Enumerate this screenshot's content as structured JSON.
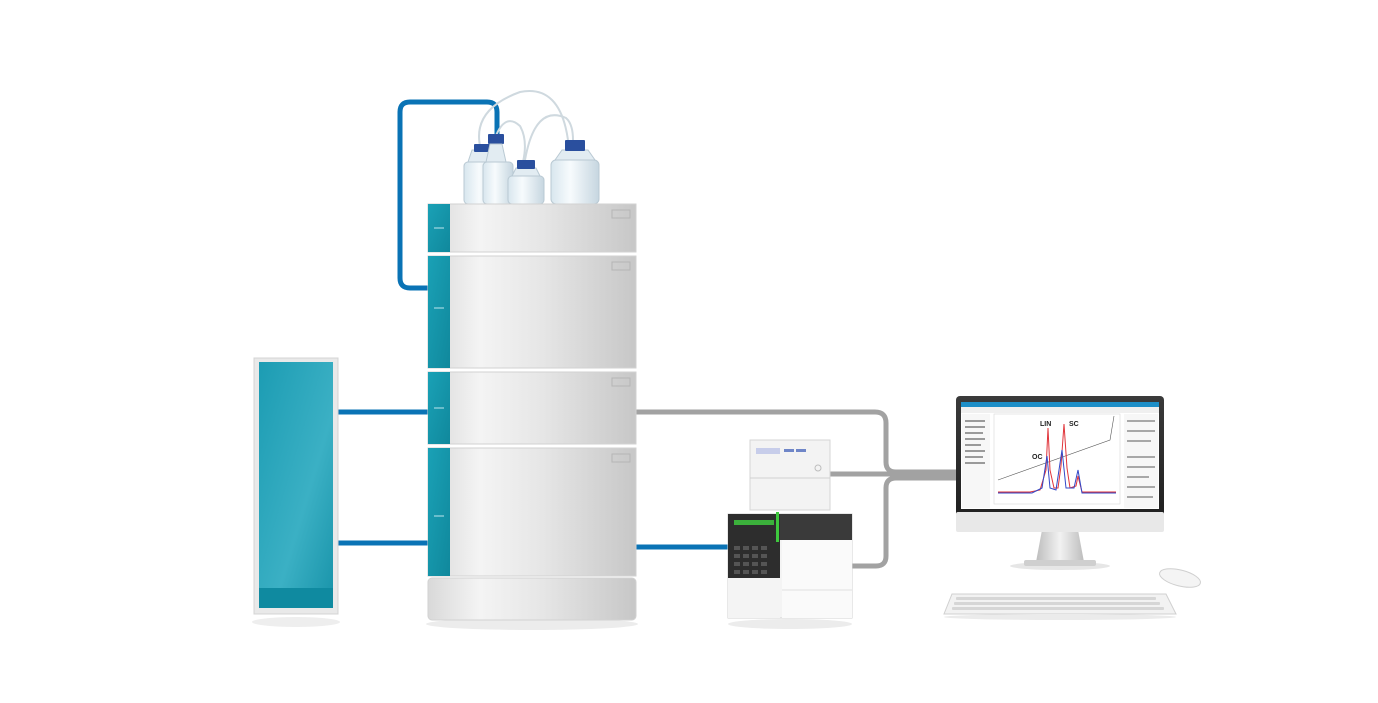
{
  "chromatogram": {
    "peak_labels": [
      "LIN",
      "SC",
      "OC"
    ]
  },
  "colors": {
    "teal": "#1f9fb3",
    "teal_dark": "#0b7f93",
    "blue_tube": "#0a73b5",
    "grey_tube": "#9e9e9e",
    "module_light": "#ededed",
    "module_mid": "#cfcfcf",
    "green_accent": "#3ec83e",
    "trace_red": "#e0343a",
    "trace_blue": "#3248c8"
  },
  "icons": [
    "bottle-icon",
    "keyboard-icon",
    "mouse-icon",
    "monitor-icon"
  ]
}
